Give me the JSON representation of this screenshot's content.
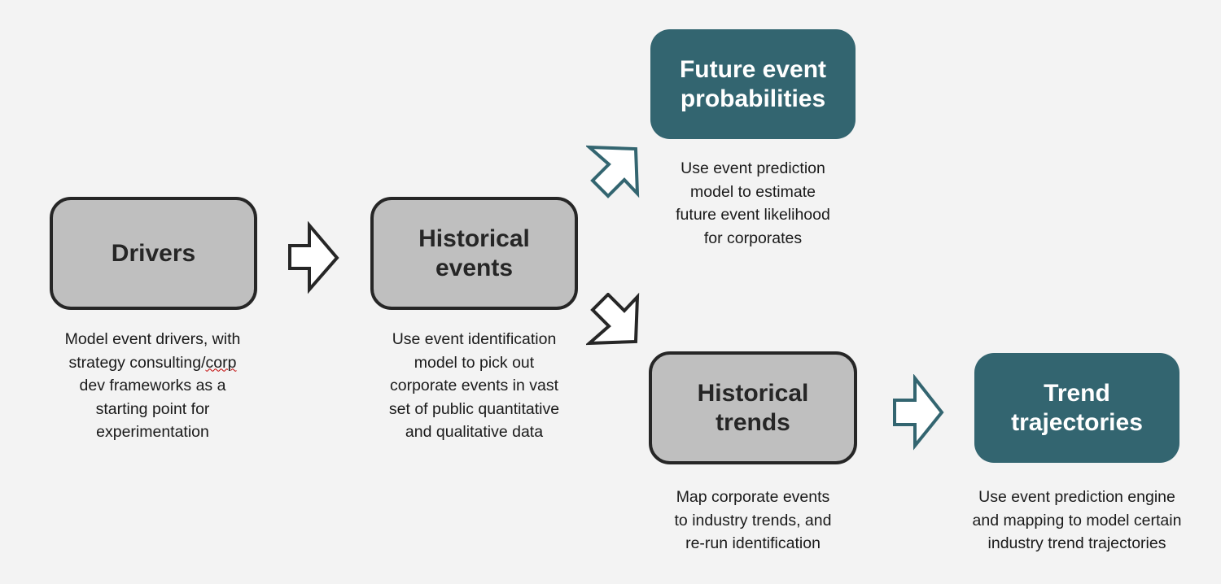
{
  "nodes": {
    "drivers": {
      "title": "Drivers",
      "desc_lines": [
        "Model event drivers, with",
        "strategy consulting/",
        "corp",
        "dev frameworks as a",
        "starting point for",
        "experimentation"
      ]
    },
    "historical_events": {
      "title_lines": [
        "Historical",
        "events"
      ],
      "desc_lines": [
        "Use event identification",
        "model to pick out",
        "corporate events in vast",
        "set of public quantitative",
        "and qualitative data"
      ]
    },
    "future_probabilities": {
      "title_lines": [
        "Future event",
        "probabilities"
      ],
      "desc_lines": [
        "Use event prediction",
        "model to estimate",
        "future event likelihood",
        "for corporates"
      ]
    },
    "historical_trends": {
      "title_lines": [
        "Historical",
        "trends"
      ],
      "desc_lines": [
        "Map corporate events",
        "to industry trends, and",
        "re-run identification"
      ]
    },
    "trend_trajectories": {
      "title_lines": [
        "Trend",
        "trajectories"
      ],
      "desc_lines": [
        "Use event prediction engine",
        "and mapping to model certain",
        "industry trend trajectories"
      ]
    }
  },
  "colors": {
    "teal": "#336570",
    "gray_fill": "#bfbfbf",
    "gray_border": "#262626",
    "background": "#f3f3f3"
  },
  "arrows": [
    "arrow-right-drivers-to-events",
    "arrow-up-right-to-future",
    "arrow-down-right-to-trends",
    "arrow-right-trends-to-trajectories"
  ]
}
